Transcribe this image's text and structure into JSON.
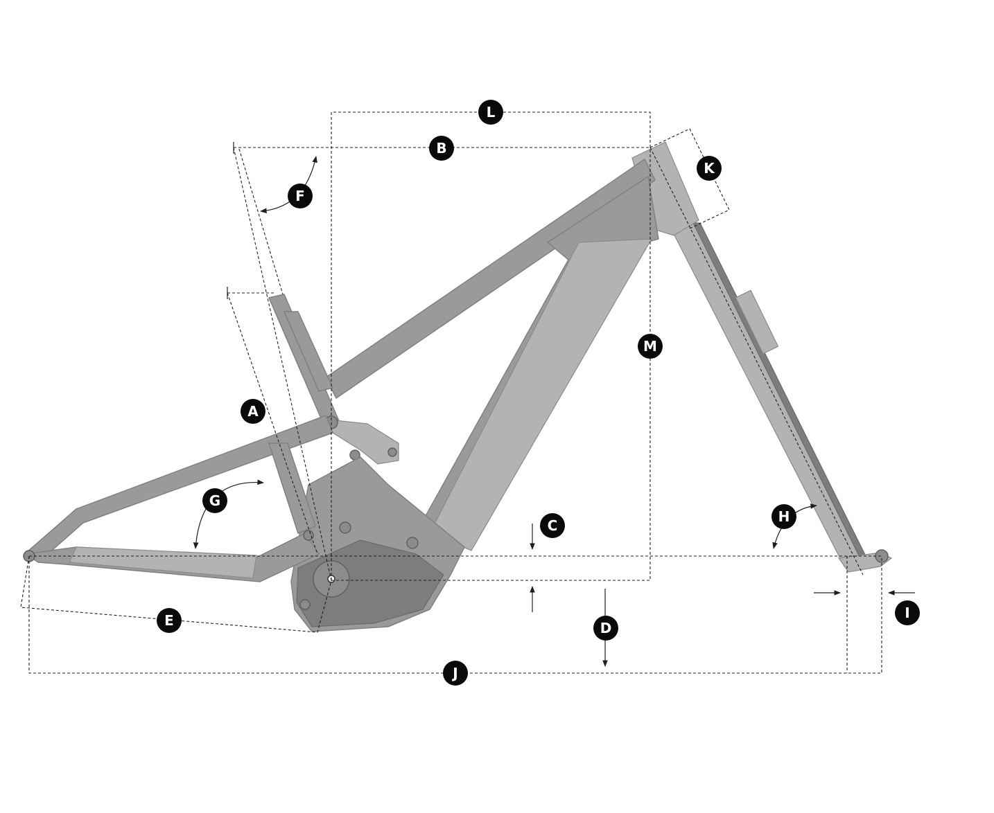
{
  "labels": {
    "A": "A",
    "B": "B",
    "C": "C",
    "D": "D",
    "E": "E",
    "F": "F",
    "G": "G",
    "H": "H",
    "I": "I",
    "J": "J",
    "K": "K",
    "L": "L",
    "M": "M"
  },
  "colors": {
    "frame": "#9a9a9a",
    "frame_shadow": "#7d7d7d",
    "label_fill": "#0a0a0a",
    "label_text": "#ffffff",
    "dimension_line": "#1e1e1e",
    "background": "#ffffff"
  }
}
